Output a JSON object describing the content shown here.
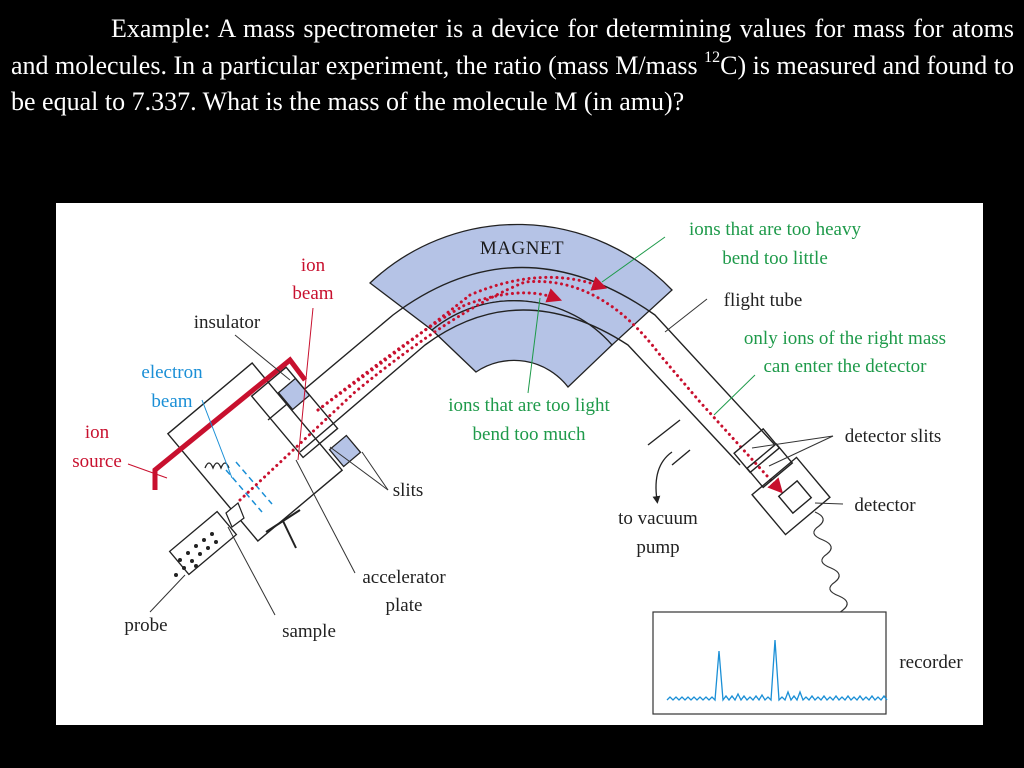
{
  "question": {
    "part1": "Example: A mass spectrometer is a device for determining values for mass for atoms and molecules.  In a particular experiment, the ratio (mass M/mass ",
    "superscript": "12",
    "part2": "C) is measured and found to be equal to 7.337.  What is the mass of the molecule M (in amu)?"
  },
  "diagram": {
    "magnet": "MAGNET",
    "ion_beam": [
      "ion",
      "beam"
    ],
    "insulator": "insulator",
    "electron_beam": [
      "electron",
      "beam"
    ],
    "ion_source": [
      "ion",
      "source"
    ],
    "slits": "slits",
    "probe": "probe",
    "sample": "sample",
    "accelerator_plate": [
      "accelerator",
      "plate"
    ],
    "too_light": [
      "ions that are too light",
      "bend too much"
    ],
    "too_heavy": [
      "ions that are too heavy",
      "bend too little"
    ],
    "flight_tube": "flight tube",
    "right_mass": [
      "only ions of the right mass",
      "can enter the detector"
    ],
    "detector_slits": "detector slits",
    "detector": "detector",
    "vacuum_pump": [
      "to vacuum",
      "pump"
    ],
    "recorder": "recorder"
  },
  "colors": {
    "background": "#000000",
    "magnet": "#b5c3e6",
    "ion_path": "#c8102e",
    "electron_beam": "#1a8fd6",
    "annotation_green": "#1e9a4a",
    "recorder_trace": "#1a8fd6"
  }
}
